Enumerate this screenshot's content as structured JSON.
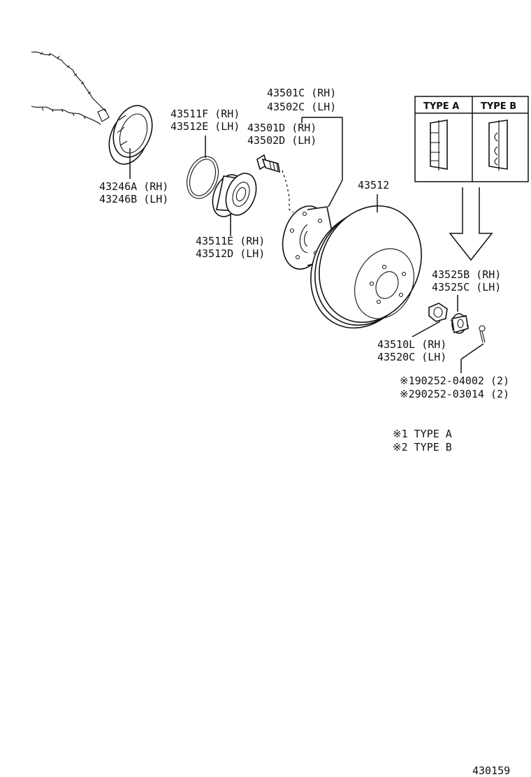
{
  "parts": {
    "seal": [
      "43246A (RH)",
      "43246B (LH)"
    ],
    "snap_ring": [
      "43511F (RH)",
      "43512E (LH)"
    ],
    "bearing": [
      "43511E (RH)",
      "43512D (LH)"
    ],
    "hub": [
      "43501C (RH)",
      "43502C (LH)"
    ],
    "bolt": [
      "43501D (RH)",
      "43502D (LH)"
    ],
    "disc": "43512",
    "lock_cap": [
      "43525B (RH)",
      "43525C (LH)"
    ],
    "nut": [
      "43510L (RH)",
      "43520C (LH)"
    ],
    "cotter_pin": [
      "※190252-04002 (2)",
      "※290252-03014 (2)"
    ]
  },
  "type_box": {
    "col_a": "TYPE A",
    "col_b": "TYPE B"
  },
  "legend": [
    "※1 TYPE  A",
    "※2 TYPE  B"
  ],
  "diagram_id": "430159"
}
